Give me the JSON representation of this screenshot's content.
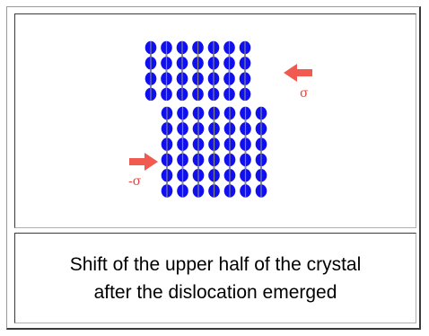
{
  "diagram": {
    "stress_labels": {
      "top": "σ",
      "bottom": "-σ"
    },
    "colors": {
      "atom": "#1010ee",
      "bond": "#8a8a8a",
      "arrow": "#f05a50"
    },
    "lattice": {
      "upper_rows": 4,
      "upper_columns": 7,
      "lower_rows": 6,
      "lower_columns": 7
    }
  },
  "caption": {
    "line1": "Shift of the upper half of the crystal",
    "line2": "after the dislocation emerged"
  }
}
